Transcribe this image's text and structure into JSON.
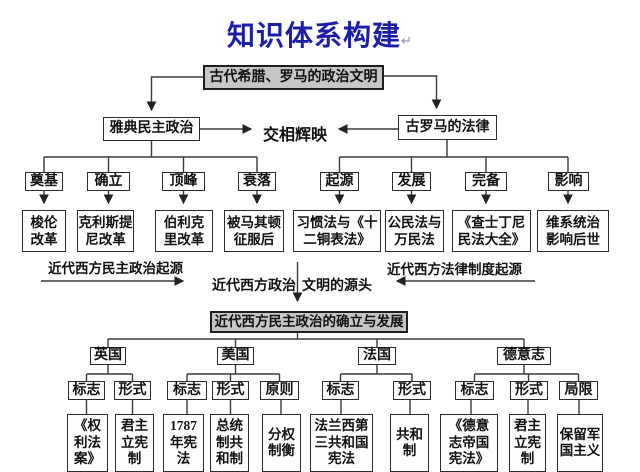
{
  "title": {
    "text": "知识体系构建",
    "paragraph_mark": "↵"
  },
  "root": {
    "label": "古代希腊、罗马的政治文明"
  },
  "relation": {
    "echo": "交相辉映"
  },
  "source": {
    "left": "近代西方政治",
    "right": "文明的源头"
  },
  "greece": {
    "title": "雅典民主政治",
    "origin_label": "近代西方民主政治起源",
    "stages": [
      {
        "tag": "奠基",
        "result": "梭伦\n改革"
      },
      {
        "tag": "确立",
        "result": "克利斯提\n尼改革"
      },
      {
        "tag": "顶峰",
        "result": "伯利克\n里改革"
      },
      {
        "tag": "衰落",
        "result": "被马其顿\n征服后"
      }
    ]
  },
  "rome": {
    "title": "古罗马的法律",
    "origin_label": "近代西方法律制度起源",
    "stages": [
      {
        "tag": "起源",
        "result": "习惯法与《十\n二铜表法》"
      },
      {
        "tag": "发展",
        "result": "公民法与\n万民法"
      },
      {
        "tag": "完备",
        "result": "《查士丁尼\n民法大全》"
      },
      {
        "tag": "影响",
        "result": "维系统治\n影响后世"
      }
    ]
  },
  "modern": {
    "title": "近代西方民主政治的确立与发展",
    "countries": [
      {
        "name": "英国",
        "aspects": [
          {
            "tag": "标志",
            "value": "《权\n利法\n案》"
          },
          {
            "tag": "形式",
            "value": "君主\n立宪\n制"
          }
        ]
      },
      {
        "name": "美国",
        "aspects": [
          {
            "tag": "标志",
            "value": "1787\n年宪\n法"
          },
          {
            "tag": "形式",
            "value": "总统\n制共\n和制"
          },
          {
            "tag": "原则",
            "value": "分权\n制衡"
          }
        ]
      },
      {
        "name": "法国",
        "aspects": [
          {
            "tag": "标志",
            "value": "法兰西第\n三共和国\n宪法"
          },
          {
            "tag": "形式",
            "value": "共和\n制"
          }
        ]
      },
      {
        "name": "德意志",
        "aspects": [
          {
            "tag": "标志",
            "value": "《德意\n志帝国\n宪法》"
          },
          {
            "tag": "形式",
            "value": "君主\n立宪\n制"
          },
          {
            "tag": "局限",
            "value": "保留军\n国主义"
          }
        ]
      }
    ]
  },
  "colors": {
    "title_blue": "#1d1da8",
    "box_fill_gray": "#c6c6c6",
    "line": "#3a3a3a"
  }
}
